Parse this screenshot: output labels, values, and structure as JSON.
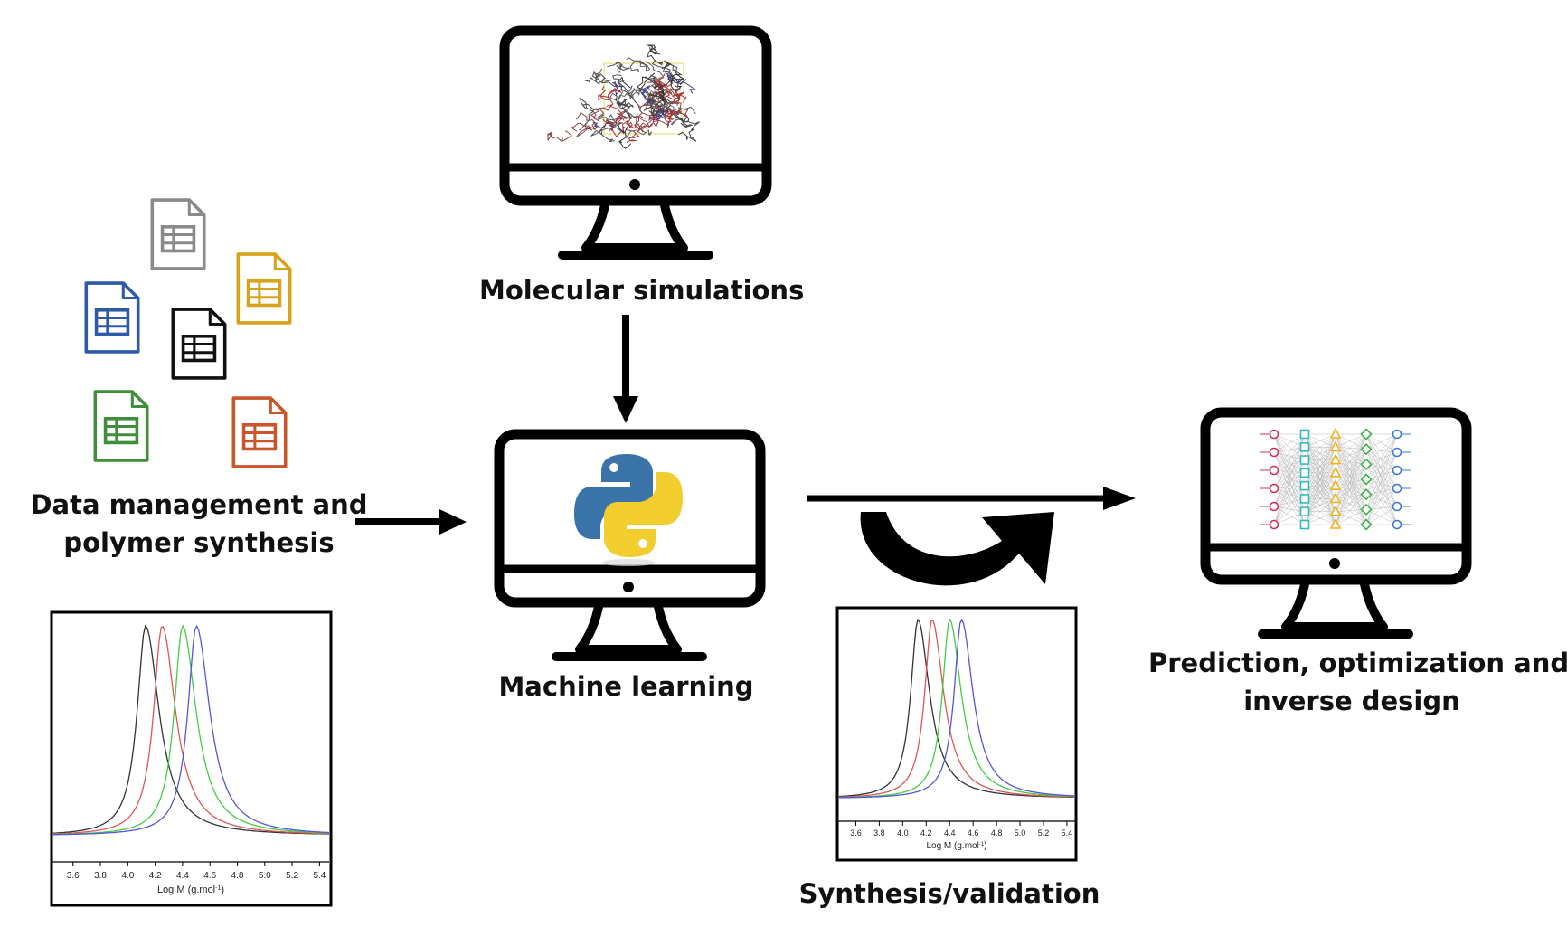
{
  "labels": {
    "molecular_simulations": "Molecular simulations",
    "data_management_line1": "Data management and",
    "data_management_line2": "polymer synthesis",
    "machine_learning": "Machine learning",
    "prediction_line1": "Prediction, optimization and",
    "prediction_line2": "inverse design",
    "synthesis_validation": "Synthesis/validation"
  },
  "gpc_plots": [
    {
      "xlabel": "Log M (g.mol",
      "xlabel_sup": "-1",
      "xlabel_close": ")",
      "tick_labels": [
        "3.6",
        "3.8",
        "4.0",
        "4.2",
        "4.4",
        "4.6",
        "4.8",
        "5.0",
        "5.2",
        "5.4"
      ]
    },
    {
      "xlabel": "Log M (g.mol",
      "xlabel_sup": "-1",
      "xlabel_close": ")",
      "tick_labels": [
        "3.6",
        "3.8",
        "4.0",
        "4.2",
        "4.4",
        "4.6",
        "4.8",
        "5.0",
        "5.2",
        "5.4"
      ]
    }
  ],
  "colors": {
    "doc_gray": "#8a8a8a",
    "doc_yellow": "#d8a21a",
    "doc_blue": "#2e5aa8",
    "doc_black": "#111111",
    "doc_green": "#3e8e3a",
    "doc_orange": "#c8562a",
    "curve_black": "#333333",
    "curve_red": "#e05555",
    "curve_green": "#44cc44",
    "curve_blue": "#5555dd",
    "python_blue": "#3a73a8",
    "python_yellow": "#f2cd2e"
  },
  "icons": {
    "spreadsheet": "spreadsheet-file-icon",
    "monitor": "monitor-icon",
    "python": "python-logo-icon",
    "neural_network": "neural-network-icon",
    "molecule": "molecular-structure-icon"
  }
}
